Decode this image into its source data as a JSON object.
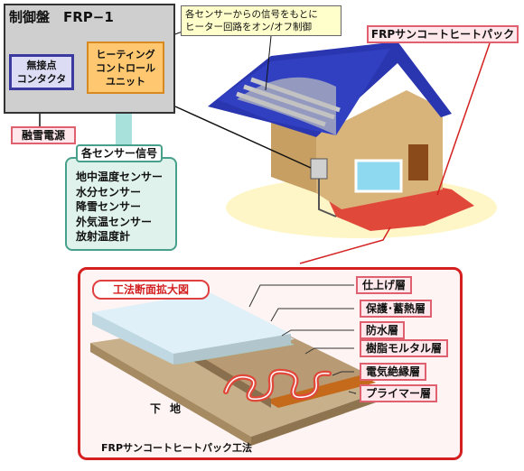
{
  "panel": {
    "title": "制御盤　FRP−1",
    "contactor": "無接点\nコンタクタ",
    "heating_unit": "ヒーティング\nコントロール\nユニット"
  },
  "snow_power": "融雪電源",
  "callout": "各センサーからの信号をもとに\nヒーター回路をオン/オフ制御",
  "frp_label": "FRPサンコートヒートパック",
  "sensors": {
    "heading": "各センサー信号",
    "items": [
      "地中温度センサー",
      "水分センサー",
      "降雪センサー",
      "外気温センサー",
      "放射温度計"
    ]
  },
  "section": {
    "title": "工法断面拡大図",
    "layers": [
      "仕上げ層",
      "保護･蓄熱層",
      "防水層",
      "樹脂モルタル層",
      "電気絶縁層",
      "プライマー層"
    ],
    "ground": "下地",
    "method": "FRPサンコートヒートパック工法"
  },
  "colors": {
    "roof": "#2a36b0",
    "wall": "#d9b47a",
    "panel_bg": "#cfcfcf",
    "accent_red": "#d42020",
    "heater_red": "#e0483a",
    "sensor_green": "#46a08a"
  },
  "icons": [
    "house-illustration",
    "up-arrow-icon",
    "heater-coil-icon"
  ]
}
